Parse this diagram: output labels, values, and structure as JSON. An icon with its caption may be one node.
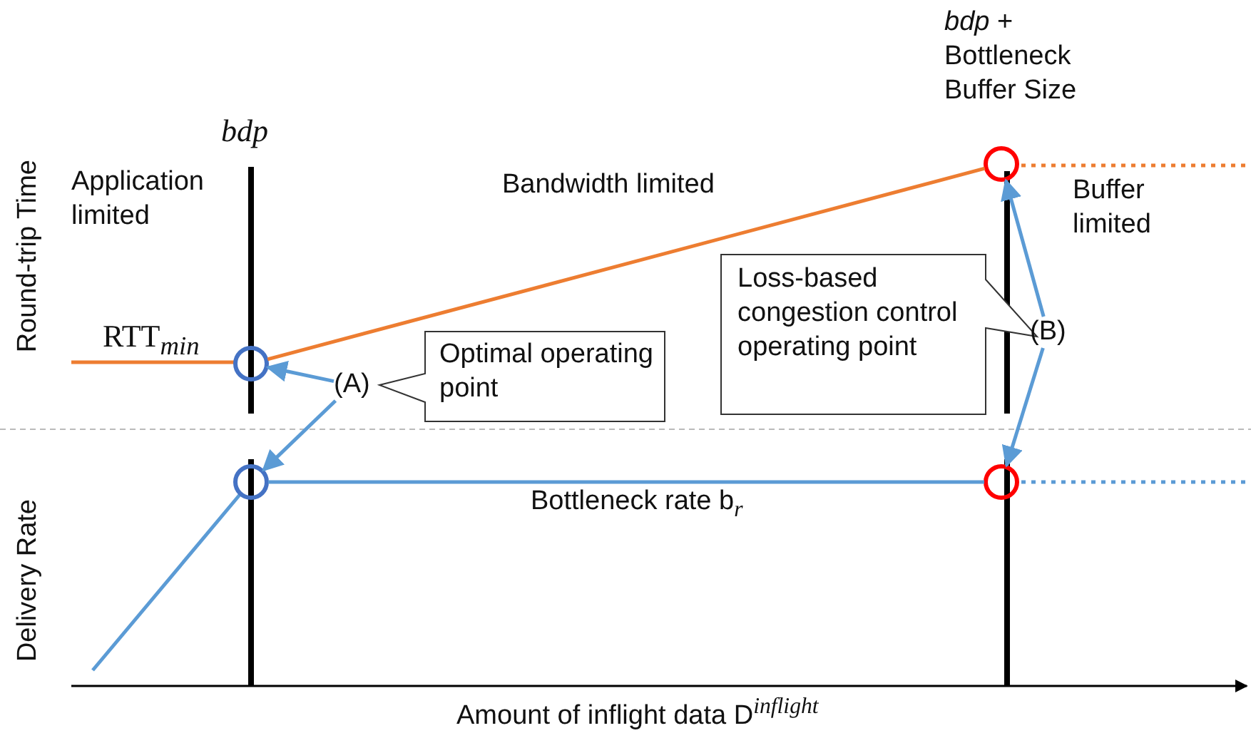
{
  "diagram": {
    "nodes": [
      {
        "text": [],
        "shape": "circle"
      },
      {
        "text": [
          "Loss-based congestion control operating point"
        ]
      },
      {
        "text": [
          "(B)"
        ]
      },
      {
        "text": [],
        "shape": "circle"
      },
      {
        "text": [
          "Optimal operating point"
        ]
      },
      {
        "text": [
          "(A)"
        ]
      },
      {
        "text": [],
        "shape": "circle"
      },
      {
        "text": [],
        "shape": "circle"
      }
    ],
    "edges": [
      {
        "from": 5,
        "to": 3,
        "arrow": "to"
      },
      {
        "from": 5,
        "to": 6,
        "arrow": "to"
      },
      {
        "from": 2,
        "to": 0,
        "arrow": "to"
      },
      {
        "from": 2,
        "to": 7,
        "arrow": "to"
      },
      {
        "from": 3,
        "to": 0,
        "arrow": "none",
        "color": "#ed7d31"
      },
      {
        "from": 6,
        "to": 7,
        "arrow": "none"
      }
    ],
    "labels": [
      "*bdp* + Bottleneck Buffer Size",
      "bdp",
      "Application limited",
      "Bandwidth limited",
      "Buffer limited",
      "Round-trip Time",
      "RTT$_{min}$",
      "Delivery Rate",
      "Bottleneck rate b$_{r}$",
      "Amount of inflight data D$^{inflight}$"
    ]
  }
}
